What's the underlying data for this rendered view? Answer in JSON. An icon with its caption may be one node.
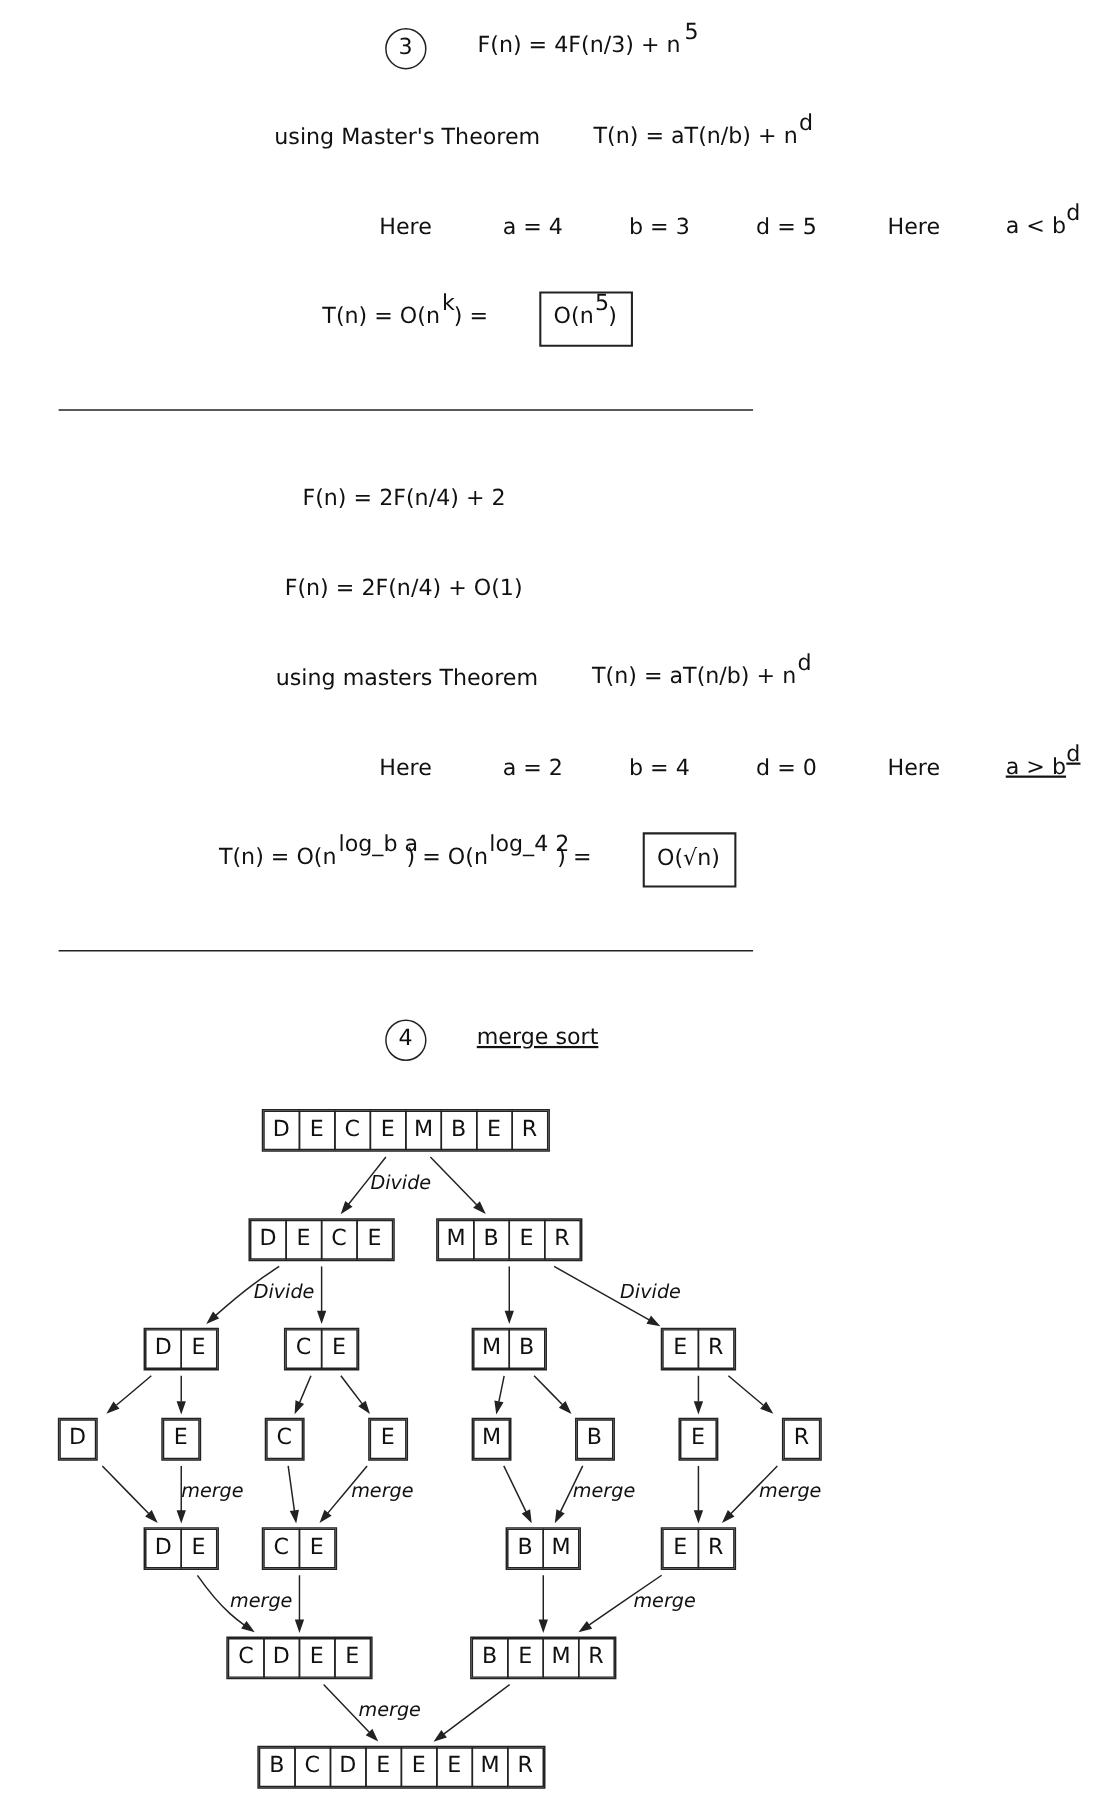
{
  "diagram": {
    "nodes": [
      {
        "text": [
          "3"
        ]
      },
      {
        "text": [
          "O(n$^{5}$)"
        ]
      },
      {
        "text": [
          "O(√n)"
        ]
      },
      {
        "text": [
          "4"
        ]
      },
      {
        "text": [
          "D",
          "E",
          "C",
          "E",
          "M",
          "B",
          "E",
          "R"
        ]
      },
      {
        "text": [
          "D",
          "E",
          "C",
          "E"
        ]
      },
      {
        "text": [
          "M",
          "B",
          "E",
          "R"
        ]
      },
      {
        "text": [
          "D",
          "E"
        ]
      },
      {
        "text": [
          "C",
          "E"
        ]
      },
      {
        "text": [
          "M",
          "B"
        ]
      },
      {
        "text": [
          "E",
          "R"
        ]
      },
      {
        "text": [
          "D"
        ]
      },
      {
        "text": [
          "E"
        ]
      },
      {
        "text": [
          "C"
        ]
      },
      {
        "text": [
          "E"
        ]
      },
      {
        "text": [
          "M"
        ]
      },
      {
        "text": [
          "B"
        ]
      },
      {
        "text": [
          "E"
        ]
      },
      {
        "text": [
          "R"
        ]
      },
      {
        "text": [
          "D",
          "E"
        ]
      },
      {
        "text": [
          "C",
          "E"
        ]
      },
      {
        "text": [
          "B",
          "M"
        ]
      },
      {
        "text": [
          "E",
          "R"
        ]
      },
      {
        "text": [
          "C",
          "D",
          "E",
          "E"
        ]
      },
      {
        "text": [
          "B",
          "E",
          "M",
          "R"
        ]
      },
      {
        "text": [
          "B",
          "C",
          "D",
          "E",
          "E",
          "E",
          "M",
          "R"
        ]
      }
    ],
    "edges": [
      {
        "from": 4,
        "to": 5,
        "arrow": "to",
        "label": "Divide"
      },
      {
        "from": 4,
        "to": 6,
        "arrow": "to"
      },
      {
        "from": 5,
        "to": 7,
        "arrow": "to",
        "label": "Divide"
      },
      {
        "from": 5,
        "to": 8,
        "arrow": "to"
      },
      {
        "from": 6,
        "to": 9,
        "arrow": "to"
      },
      {
        "from": 6,
        "to": 10,
        "arrow": "to",
        "label": "Divide"
      },
      {
        "from": 7,
        "to": 11,
        "arrow": "to"
      },
      {
        "from": 7,
        "to": 12,
        "arrow": "to"
      },
      {
        "from": 8,
        "to": 13,
        "arrow": "to"
      },
      {
        "from": 8,
        "to": 14,
        "arrow": "to"
      },
      {
        "from": 9,
        "to": 15,
        "arrow": "to"
      },
      {
        "from": 9,
        "to": 16,
        "arrow": "to"
      },
      {
        "from": 10,
        "to": 17,
        "arrow": "to"
      },
      {
        "from": 10,
        "to": 18,
        "arrow": "to"
      },
      {
        "from": 11,
        "to": 19,
        "arrow": "to"
      },
      {
        "from": 12,
        "to": 19,
        "arrow": "to",
        "label": "merge"
      },
      {
        "from": 13,
        "to": 20,
        "arrow": "to"
      },
      {
        "from": 14,
        "to": 20,
        "arrow": "to",
        "label": "merge"
      },
      {
        "from": 15,
        "to": 21,
        "arrow": "to"
      },
      {
        "from": 16,
        "to": 21,
        "arrow": "to",
        "label": "merge"
      },
      {
        "from": 17,
        "to": 22,
        "arrow": "to"
      },
      {
        "from": 18,
        "to": 22,
        "arrow": "to",
        "label": "merge"
      },
      {
        "from": 19,
        "to": 23,
        "arrow": "to",
        "label": "merge"
      },
      {
        "from": 20,
        "to": 23,
        "arrow": "to"
      },
      {
        "from": 21,
        "to": 24,
        "arrow": "to"
      },
      {
        "from": 22,
        "to": 24,
        "arrow": "to",
        "label": "merge"
      },
      {
        "from": 23,
        "to": 25,
        "arrow": "to",
        "label": "merge"
      },
      {
        "from": 24,
        "to": 25,
        "arrow": "to"
      }
    ],
    "labels": [
      "F(n) = 4F(n/3) + n$^{5}$",
      "using Master's Theorem",
      "T(n) = aT(n/b) + n$^{d}$",
      "Here",
      "a = 4",
      "b = 3",
      "d = 5",
      "Here",
      "a < b$^{d}$",
      "T(n) = O(n$^{k}$) =",
      "F(n) = 2F(n/4) + 2",
      "F(n) = 2F(n/4) + O(1)",
      "using masters Theorem",
      "T(n) = aT(n/b) + n$^{d}$",
      "Here",
      "a = 2",
      "b = 4",
      "d = 0",
      "Here",
      "a > b$^{d}$",
      "T(n) = O(n$^{log_b a}$) = O(n$^{log_4 2}$) =",
      "merge sort"
    ]
  }
}
